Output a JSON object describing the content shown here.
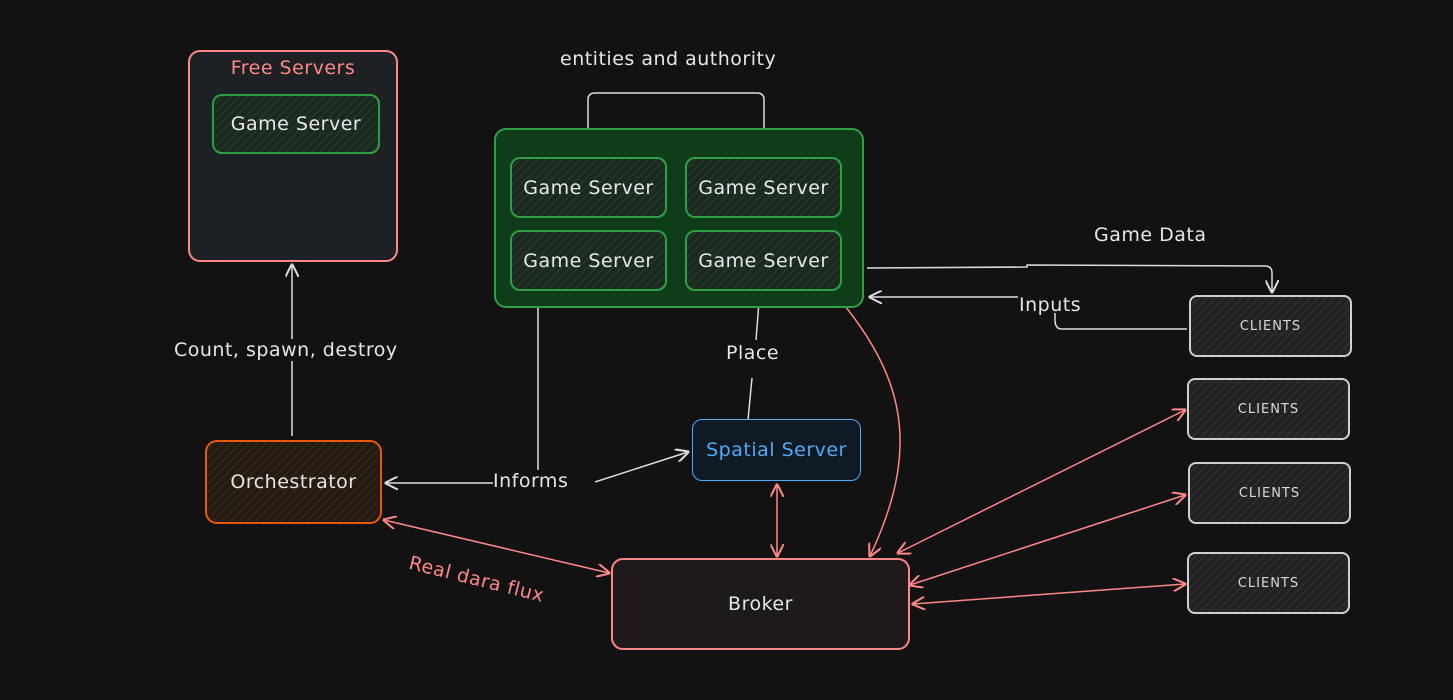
{
  "free_servers": {
    "title": "Free Servers",
    "game_server": "Game Server"
  },
  "cluster": {
    "caption": "entities and authority",
    "servers": [
      "Game Server",
      "Game Server",
      "Game Server",
      "Game Server"
    ]
  },
  "orchestrator": {
    "label": "Orchestrator"
  },
  "spatial_server": {
    "label": "Spatial Server"
  },
  "broker": {
    "label": "Broker"
  },
  "clients": [
    "CLIENTS",
    "CLIENTS",
    "CLIENTS",
    "CLIENTS"
  ],
  "edges": {
    "count_spawn_destroy": "Count, spawn, destroy",
    "informs": "Informs",
    "place": "Place",
    "game_data": "Game Data",
    "inputs": "Inputs",
    "real_data_flux": "Real dara flux"
  },
  "colors": {
    "free_servers_border": "#ff8787",
    "game_server_border": "#2f9e44",
    "cluster_fill": "#0f3d1a",
    "orchestrator_border": "#e8590c",
    "spatial_border": "#4dabf7",
    "broker_border": "#ff8787",
    "arrow_light": "#dcdcdc",
    "arrow_red": "#ff8787"
  }
}
